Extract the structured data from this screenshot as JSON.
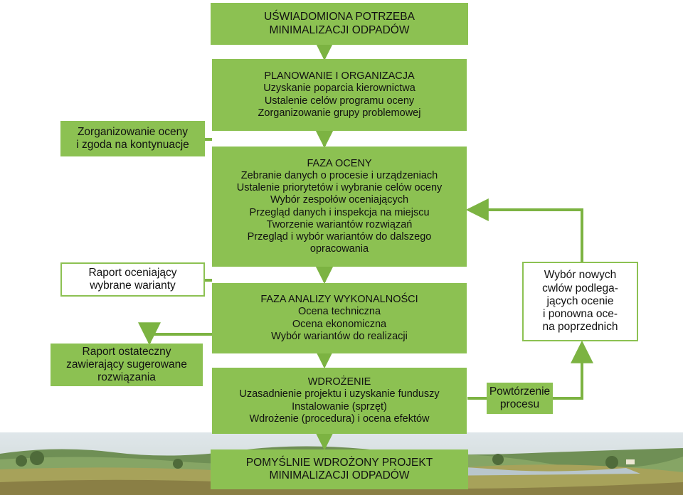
{
  "colors": {
    "box_green": "#8cc152",
    "arrow": "#7cb342"
  },
  "boxes": {
    "top": {
      "lines": [
        "UŚWIADOMIONA POTRZEBA",
        "MINIMALIZACJI ODPADÓW"
      ]
    },
    "planning": {
      "lines": [
        "PLANOWANIE I ORGANIZACJA",
        "Uzyskanie poparcia kierownictwa",
        "Ustalenie celów programu oceny",
        "Zorganizowanie grupy problemowej"
      ]
    },
    "assessment": {
      "lines": [
        "FAZA OCENY",
        "Zebranie danych o procesie i urządzeniach",
        "Ustalenie priorytetów i wybranie celów oceny",
        "Wybór zespołów oceniających",
        "Przegląd danych i inspekcja na miejscu",
        "Tworzenie wariantów rozwiązań",
        "Przegląd i wybór wariantów do dalszego",
        "opracowania"
      ]
    },
    "feasibility": {
      "lines": [
        "FAZA ANALIZY WYKONALNOŚCI",
        "Ocena techniczna",
        "Ocena ekonomiczna",
        "Wybór wariantów do realizacji"
      ]
    },
    "implementation": {
      "lines": [
        "WDROŻENIE",
        "Uzasadnienie projektu i uzyskanie funduszy",
        "Instalowanie (sprzęt)",
        "Wdrożenie (procedura) i ocena efektów"
      ]
    },
    "final": {
      "lines": [
        "POMYŚLNIE WDROŻONY PROJEKT",
        "MINIMALIZACJI ODPADÓW"
      ]
    },
    "left_top": {
      "lines": [
        "Zorganizowanie oceny",
        "i zgoda na kontynuacje"
      ]
    },
    "left_mid": {
      "lines": [
        "Raport oceniający",
        "wybrane warianty"
      ]
    },
    "left_bottom": {
      "lines": [
        "Raport ostateczny",
        "zawierający sugerowane",
        "rozwiązania"
      ]
    },
    "right_top": {
      "lines": [
        "Wybór nowych",
        "cwlów podlega-",
        "jących ocenie",
        "i ponowna oce-",
        "na poprzednich"
      ]
    },
    "right_bottom": {
      "lines": [
        "Powtórzenie",
        "procesu"
      ]
    }
  }
}
